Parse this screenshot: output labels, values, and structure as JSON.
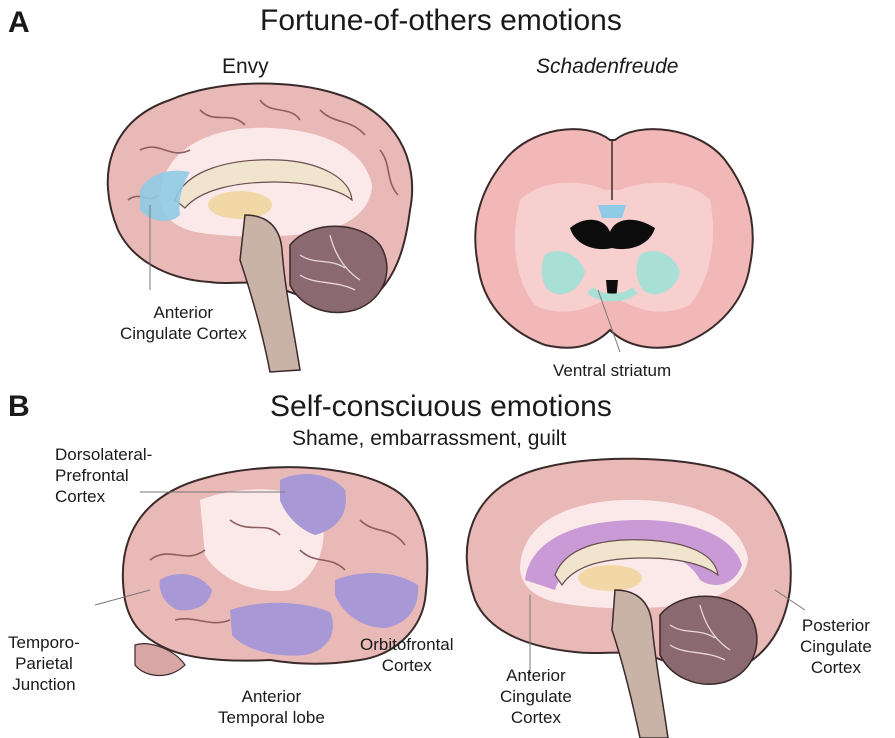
{
  "panel_a": {
    "letter": "A",
    "title": "Fortune-of-others emotions",
    "left_caption": "Envy",
    "right_caption": "Schadenfreude",
    "labels": {
      "acc_line1": "Anterior",
      "acc_line2": "Cingulate Cortex",
      "ventral_striatum": "Ventral striatum"
    }
  },
  "panel_b": {
    "letter": "B",
    "title": "Self-consciuous emotions",
    "subtitle": "Shame, embarrassment, guilt",
    "labels": {
      "dlpfc_1": "Dorsolateral-",
      "dlpfc_2": "Prefrontal",
      "dlpfc_3": "Cortex",
      "tpj_1": "Temporo-",
      "tpj_2": "Parietal",
      "tpj_3": "Junction",
      "atl_1": "Anterior",
      "atl_2": "Temporal lobe",
      "ofc_1": "Orbitofrontal",
      "ofc_2": "Cortex",
      "acc_1": "Anterior",
      "acc_2": "Cingulate",
      "acc_3": "Cortex",
      "pcc_1": "Posterior",
      "pcc_2": "Cingulate",
      "pcc_3": "Cortex"
    }
  },
  "colors": {
    "cortex": "#e9b9b7",
    "cortex_dark": "#b98e8f",
    "cortex_light": "#fbe9ea",
    "section_pink": "#f2b8b8",
    "highlight_blue": "#8ecbe6",
    "highlight_cyan": "#a8e0d5",
    "highlight_purple": "#a899d6",
    "highlight_violet": "#c99ad6",
    "ventricle": "#0c0c0c",
    "corpus": "#f0e4cf",
    "thalamus": "#f1d8a6",
    "brainstem": "#c9b3a7",
    "cerebellum": "#8a6a70"
  }
}
